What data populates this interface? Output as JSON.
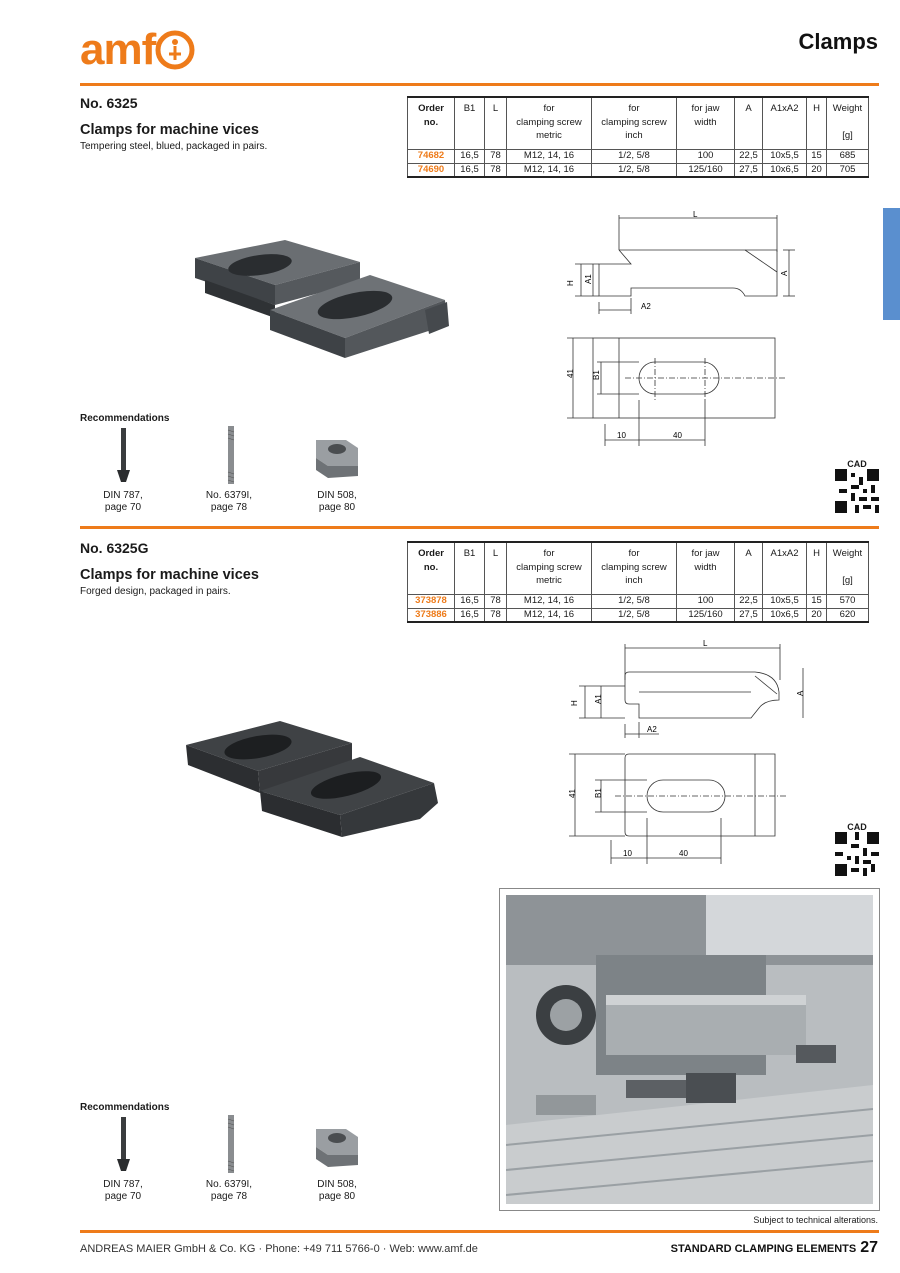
{
  "header": {
    "logo_text": "amf",
    "title": "Clamps"
  },
  "colors": {
    "accent": "#ee7b1a",
    "side_tab": "#5a8fcf"
  },
  "products": [
    {
      "number": "No. 6325",
      "title": "Clamps for machine vices",
      "description": "Tempering steel, blued, packaged in pairs.",
      "table": {
        "headers": [
          "Order no.",
          "B1",
          "L",
          "for clamping screw metric",
          "for clamping screw inch",
          "for jaw width",
          "A",
          "A1xA2",
          "H",
          "Weight [g]"
        ],
        "rows": [
          [
            "74682",
            "16,5",
            "78",
            "M12, 14, 16",
            "1/2, 5/8",
            "100",
            "22,5",
            "10x5,5",
            "15",
            "685"
          ],
          [
            "74690",
            "16,5",
            "78",
            "M12, 14, 16",
            "1/2, 5/8",
            "125/160",
            "27,5",
            "10x6,5",
            "20",
            "705"
          ]
        ]
      },
      "recommendations_heading": "Recommendations",
      "recommendations": [
        {
          "line1": "DIN 787,",
          "line2": "page 70"
        },
        {
          "line1": "No. 6379I,",
          "line2": "page 78"
        },
        {
          "line1": "DIN 508,",
          "line2": "page 80"
        }
      ],
      "drawing_labels": {
        "L": "L",
        "A": "A",
        "A1": "A1",
        "A2": "A2",
        "H": "H",
        "B1": "B1",
        "dim41": "41",
        "dim10": "10",
        "dim40": "40"
      },
      "cad_label": "CAD"
    },
    {
      "number": "No. 6325G",
      "title": "Clamps for machine vices",
      "description": "Forged design, packaged in pairs.",
      "table": {
        "headers": [
          "Order no.",
          "B1",
          "L",
          "for clamping screw metric",
          "for clamping screw inch",
          "for jaw width",
          "A",
          "A1xA2",
          "H",
          "Weight [g]"
        ],
        "rows": [
          [
            "373878",
            "16,5",
            "78",
            "M12, 14, 16",
            "1/2, 5/8",
            "100",
            "22,5",
            "10x5,5",
            "15",
            "570"
          ],
          [
            "373886",
            "16,5",
            "78",
            "M12, 14, 16",
            "1/2, 5/8",
            "125/160",
            "27,5",
            "10x6,5",
            "20",
            "620"
          ]
        ]
      },
      "recommendations_heading": "Recommendations",
      "recommendations": [
        {
          "line1": "DIN 787,",
          "line2": "page 70"
        },
        {
          "line1": "No. 6379I,",
          "line2": "page 78"
        },
        {
          "line1": "DIN 508,",
          "line2": "page 80"
        }
      ],
      "drawing_labels": {
        "L": "L",
        "A": "A",
        "A1": "A1",
        "A2": "A2",
        "H": "H",
        "B1": "B1",
        "dim41": "41",
        "dim10": "10",
        "dim40": "40"
      },
      "cad_label": "CAD"
    }
  ],
  "notes": {
    "subject_to_change": "Subject to technical alterations."
  },
  "footer": {
    "company": "ANDREAS MAIER GmbH & Co. KG  ·  Phone: +49 711 5766-0  ·  Web: www.amf.de",
    "section": "STANDARD CLAMPING ELEMENTS",
    "page": "27"
  }
}
